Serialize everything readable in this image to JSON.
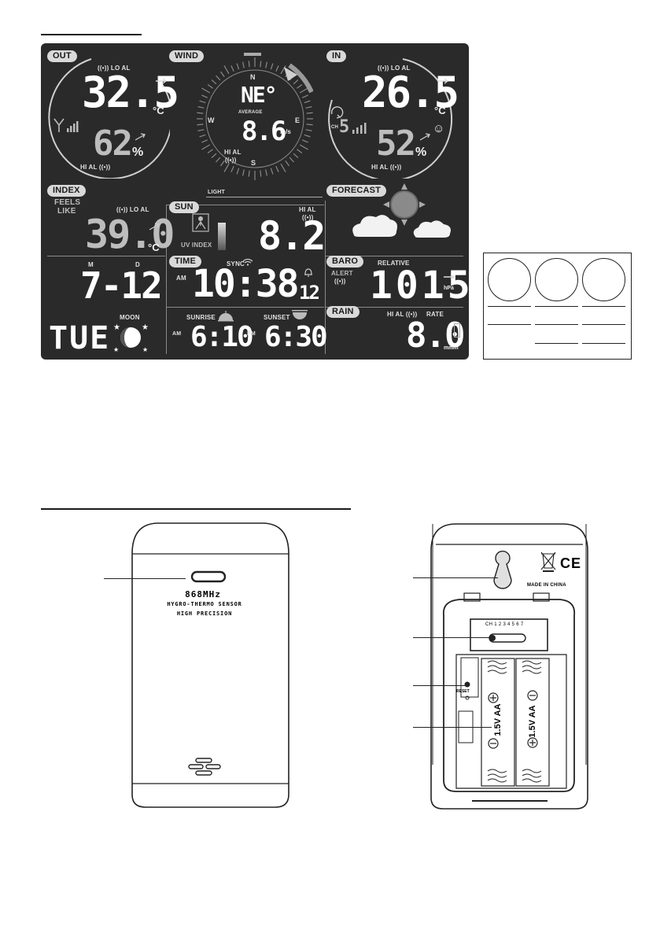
{
  "display": {
    "out": {
      "tag": "OUT",
      "alert_lo": "((•)) LO AL",
      "temp": "32.5",
      "temp_unit": "°C",
      "humidity": "62",
      "humidity_unit": "%",
      "alert_hi": "HI AL ((•))"
    },
    "wind": {
      "tag": "WIND",
      "north": "N",
      "south": "S",
      "east": "E",
      "west": "W",
      "direction": "NE°",
      "average_label": "AVERAGE",
      "speed": "8.6",
      "speed_unit": "m/s",
      "alert_hi": "HI AL",
      "alert_icon": "((•))"
    },
    "indoor": {
      "tag": "IN",
      "alert_lo": "((•)) LO AL",
      "temp": "26.5",
      "temp_unit": "°C",
      "channel_label": "CH",
      "channel": "5",
      "humidity": "52",
      "humidity_unit": "%",
      "alert_hi": "HI AL ((•))",
      "comfort_icon": "☺"
    },
    "index": {
      "tag": "INDEX",
      "feels_line1": "FEELS",
      "feels_line2": "LIKE",
      "alert_lo": "((•)) LO AL",
      "value": "39.0",
      "unit": "°C"
    },
    "light": {
      "label": "LIGHT"
    },
    "sun": {
      "tag": "SUN",
      "uv_label": "UV INDEX",
      "alert_hi": "HI AL",
      "alert_icon": "((•))",
      "value": "8.2"
    },
    "forecast": {
      "tag": "FORECAST"
    },
    "date": {
      "month_label": "M",
      "day_label": "D",
      "value": "7-12"
    },
    "time": {
      "tag": "TIME",
      "sync_label": "SYNC",
      "am": "AM",
      "clock": "10:38",
      "seconds": "12"
    },
    "baro": {
      "tag": "BARO",
      "alert_label": "ALERT",
      "alert_icon": "((•))",
      "relative_label": "RELATIVE",
      "value": "1015",
      "unit": "hPa"
    },
    "weekday": {
      "moon_label": "MOON",
      "value": "TUE"
    },
    "sunrise_sunset": {
      "sunrise_label": "SUNRISE",
      "sunset_label": "SUNSET",
      "am": "AM",
      "sunrise": "6:10",
      "pm": "PM",
      "sunset": "6:30"
    },
    "rain": {
      "tag": "RAIN",
      "alert_hi": "HI AL ((•))",
      "rate_label": "RATE",
      "value": "8.0",
      "unit": "mm/h"
    }
  },
  "sensor_front": {
    "freq": "868MHz",
    "line1": "HYGRO-THERMO SENSOR",
    "line2": "HIGH PRECISION"
  },
  "sensor_back": {
    "made_in": "MADE IN CHINA",
    "ce_mark": "CE",
    "channel_label": "CH 1 2 3 4 5 6 7",
    "reset_label": "RESET",
    "battery1": "1.5V AA",
    "battery2": "1.5V AA"
  }
}
